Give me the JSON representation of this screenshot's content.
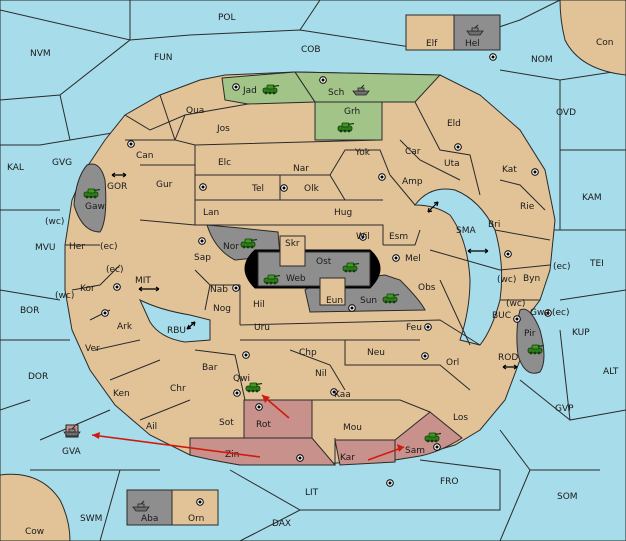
{
  "board": {
    "colors": {
      "sea": "#a7dcea",
      "land": "#e2c398",
      "power_green": "#a2c488",
      "power_rose": "#c8918c",
      "power_gray": "#8e8e8e",
      "black": "#000000",
      "order_arrow": "#d11a0f"
    },
    "sea_labels": {
      "pol": "POL",
      "cob": "COB",
      "fun": "FUN",
      "nvm": "NVM",
      "nom": "NOM",
      "con": "Con",
      "ovd": "OVD",
      "kal": "KAL",
      "gvg": "GVG",
      "gor": "GOR",
      "mvu": "MVU",
      "mit": "MIT",
      "bor": "BOR",
      "rbu": "RBU",
      "dor": "DOR",
      "sma": "SMA",
      "kam": "KAM",
      "tei": "TEI",
      "kup": "KUP",
      "buc": "BUC",
      "rod": "ROD",
      "alt": "ALT",
      "gvp": "GVP",
      "fro": "FRO",
      "som": "SOM",
      "lit": "LIT",
      "dax": "DAX",
      "swm": "SWM",
      "cow": "Cow",
      "gva": "GVA"
    },
    "land_labels": {
      "jad": "Jad",
      "sch": "Sch",
      "grh": "Grh",
      "qua": "Qua",
      "jos": "Jos",
      "eld": "Eld",
      "can": "Can",
      "elc": "Elc",
      "nar": "Nar",
      "yok": "Yok",
      "car": "Car",
      "uta": "Uta",
      "kat": "Kat",
      "tel": "Tel",
      "olk": "Olk",
      "amp": "Amp",
      "gur": "Gur",
      "lan": "Lan",
      "hug": "Hug",
      "rie": "Rie",
      "gaw": "Gaw",
      "bri": "Bri",
      "wil": "Wil",
      "esm": "Esm",
      "nor": "Nor",
      "skr": "Skr",
      "ost": "Ost",
      "web": "Web",
      "mel": "Mel",
      "her": "Her",
      "sap": "Sap",
      "byn": "Byn",
      "kor": "Kor",
      "nab": "Nab",
      "eun": "Eun",
      "sun": "Sun",
      "obs": "Obs",
      "hil": "Hil",
      "gwa": "Gwa",
      "nog": "Nog",
      "ark": "Ark",
      "uru": "Uru",
      "feu": "Feu",
      "pir": "Pir",
      "ver": "Ver",
      "chp": "Chp",
      "neu": "Neu",
      "bar": "Bar",
      "qwi": "Qwi",
      "nil": "Nil",
      "orl": "Orl",
      "ken": "Ken",
      "chr": "Chr",
      "kaa": "Kaa",
      "ail": "Ail",
      "sot": "Sot",
      "rot": "Rot",
      "mou": "Mou",
      "los": "Los",
      "zin": "Zin",
      "kar": "Kar",
      "sam": "Sam",
      "elf": "Elf",
      "hel": "Hel",
      "aba": "Aba",
      "orn": "Orn"
    },
    "coast_labels": {
      "wc_gaw": "(wc)",
      "ec_her": "(ec)",
      "ec_kor": "(ec)",
      "wc_kor": "(wc)",
      "wc_byn": "(wc)",
      "ec_byn": "(ec)",
      "wc_gwa": "(wc)",
      "ec_gwa": "(ec)"
    },
    "units": [
      {
        "type": "army",
        "power": "green",
        "province": "Jad"
      },
      {
        "type": "fleet",
        "power": "gray",
        "province": "Sch"
      },
      {
        "type": "army",
        "power": "green",
        "province": "Grh"
      },
      {
        "type": "fleet",
        "power": "gray",
        "province": "Hel"
      },
      {
        "type": "army",
        "power": "green",
        "province": "Gaw"
      },
      {
        "type": "army",
        "power": "green",
        "province": "Nor"
      },
      {
        "type": "army",
        "power": "green",
        "province": "Web"
      },
      {
        "type": "army",
        "power": "green",
        "province": "Ost"
      },
      {
        "type": "army",
        "power": "green",
        "province": "Sun"
      },
      {
        "type": "army",
        "power": "green",
        "province": "Pir"
      },
      {
        "type": "army",
        "power": "green",
        "province": "Qwi"
      },
      {
        "type": "army",
        "power": "green",
        "province": "Sam"
      },
      {
        "type": "fleet",
        "power": "rose",
        "province": "GVA"
      },
      {
        "type": "fleet",
        "power": "gray",
        "province": "Aba"
      }
    ]
  }
}
